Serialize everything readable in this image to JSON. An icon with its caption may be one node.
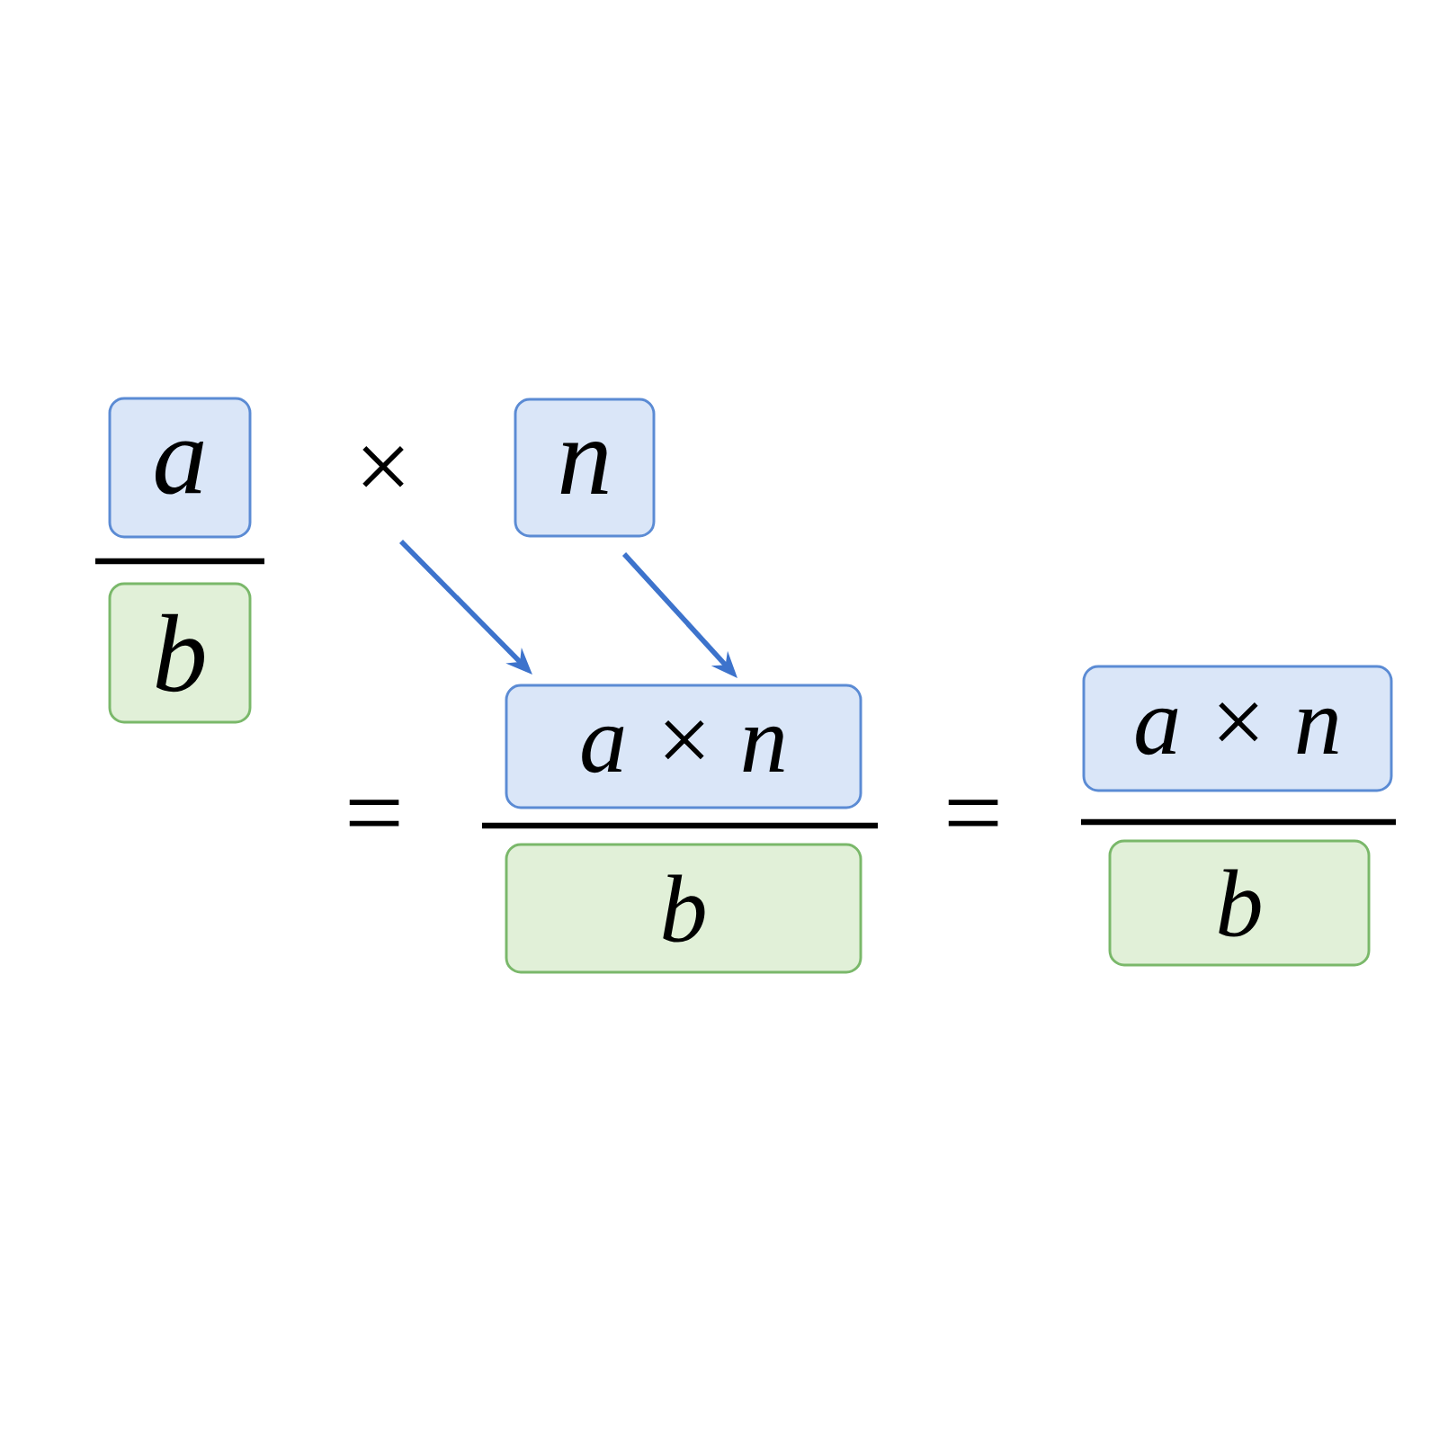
{
  "diagram": {
    "nodes": [
      {
        "text": [
          "a"
        ]
      },
      {
        "text": [
          "b"
        ]
      },
      {
        "text": [
          "×"
        ]
      },
      {
        "text": [
          "n"
        ]
      },
      {
        "text": [
          "a × n"
        ]
      },
      {
        "text": [
          "b"
        ]
      },
      {
        "text": [
          "a × n"
        ]
      },
      {
        "text": [
          "b"
        ]
      }
    ],
    "edges": [
      {
        "from": 2,
        "to": 4,
        "arrow": "to"
      },
      {
        "from": 3,
        "to": 4,
        "arrow": "to"
      }
    ],
    "labels": [
      "=",
      "="
    ]
  }
}
